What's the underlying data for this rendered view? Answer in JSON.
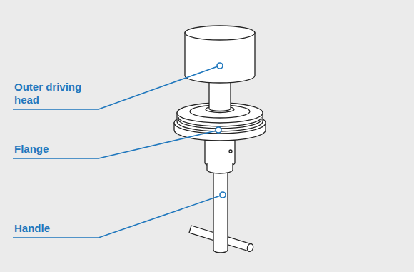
{
  "diagram": {
    "labels": [
      "Outer driving head",
      "Flange",
      "Handle"
    ]
  }
}
